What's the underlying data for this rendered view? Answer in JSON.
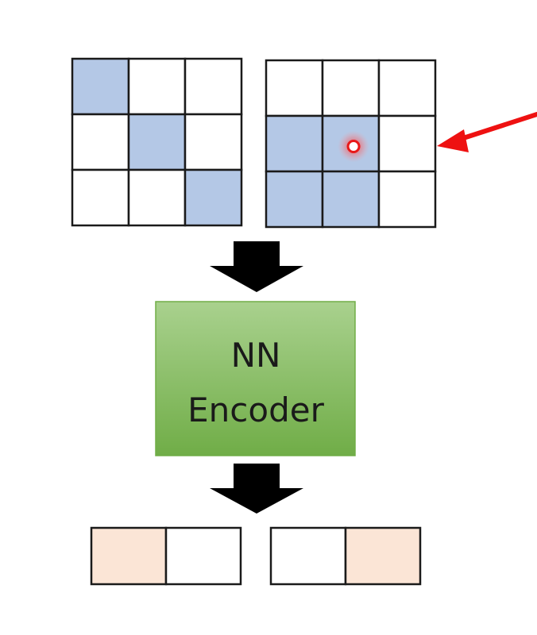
{
  "encoder": {
    "line1": "NN",
    "line2": "Encoder"
  },
  "colors": {
    "cell_filled": "#b4c8e6",
    "cell_empty": "#ffffff",
    "output_filled": "#fbe5d6",
    "encoder_fill_top": "#a9d18e",
    "encoder_fill_bottom": "#70ad47",
    "grid_border": "#1a1a1a",
    "pointer_arrow": "#ee1111",
    "flow_arrow": "#000000"
  },
  "input_grid_left": {
    "filled": [
      [
        1,
        0,
        0
      ],
      [
        0,
        1,
        0
      ],
      [
        0,
        0,
        1
      ]
    ]
  },
  "input_grid_right": {
    "filled": [
      [
        0,
        0,
        0
      ],
      [
        1,
        1,
        0
      ],
      [
        1,
        1,
        0
      ]
    ],
    "marker_cell": [
      1,
      1
    ]
  },
  "output_vector_left": {
    "filled": [
      1,
      0
    ]
  },
  "output_vector_right": {
    "filled": [
      0,
      1
    ]
  },
  "icons": {
    "pointer": "red-arrow-pointer",
    "marker": "red-dot-marker",
    "flow": "down-arrow"
  }
}
